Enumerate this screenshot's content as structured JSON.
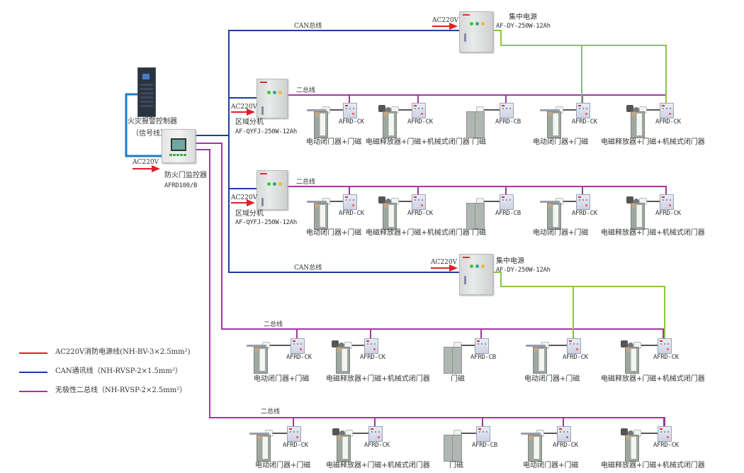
{
  "colors": {
    "power_line": "#e0202a",
    "can_line": "#1f3e9c",
    "bus_line": "#a0389e",
    "supply_line": "#8cc63f",
    "signal_line": "#1f7ac8",
    "device_link": "#222222"
  },
  "fire_alarm": {
    "title": "火灾报警控制器",
    "note": "（信号线）"
  },
  "monitor": {
    "title": "防火门监控器",
    "model": "AFRD100/B",
    "power": "AC220V"
  },
  "can_bus_label": "CAN总线",
  "two_bus_label": "二总线",
  "power_supplies": [
    {
      "title": "集中电源",
      "model": "AF-DY-250W-12Ah",
      "power": "AC220V"
    },
    {
      "title": "集中电源",
      "model": "AF-DY-250W-12Ah",
      "power": "AC220V"
    }
  ],
  "zone_units": [
    {
      "title": "区域分机",
      "model": "AF-QYFJ-250W-12Ah",
      "power": "AC220V"
    },
    {
      "title": "区域分机",
      "model": "AF-QYFJ-250W-12Ah",
      "power": "AC220V"
    }
  ],
  "rows": [
    {
      "devices": [
        {
          "module": "AFRD-CK",
          "caption": "电动闭门器+门磁",
          "type": "closer"
        },
        {
          "module": "AFRD-CK",
          "caption": "电磁释放器+门磁+机械式闭门器",
          "type": "magnet"
        },
        {
          "module": "AFRD-CB",
          "caption": "门磁",
          "type": "double"
        },
        {
          "module": "AFRD-CK",
          "caption": "电动闭门器+门磁",
          "type": "closer"
        },
        {
          "module": "AFRD-CK",
          "caption": "电磁释放器+门磁+机械式闭门器",
          "type": "magnet"
        }
      ]
    },
    {
      "devices": [
        {
          "module": "AFRD-CK",
          "caption": "电动闭门器+门磁",
          "type": "closer"
        },
        {
          "module": "AFRD-CK",
          "caption": "电磁释放器+门磁+机械式闭门器",
          "type": "magnet"
        },
        {
          "module": "AFRD-CB",
          "caption": "门磁",
          "type": "double"
        },
        {
          "module": "AFRD-CK",
          "caption": "电动闭门器+门磁",
          "type": "closer"
        },
        {
          "module": "AFRD-CK",
          "caption": "电磁释放器+门磁+机械式闭门器",
          "type": "magnet"
        }
      ]
    },
    {
      "devices": [
        {
          "module": "AFRD-CK",
          "caption": "电动闭门器+门磁",
          "type": "closer"
        },
        {
          "module": "AFRD-CK",
          "caption": "电磁释放器+门磁+机械式闭门器",
          "type": "magnet"
        },
        {
          "module": "AFRD-CB",
          "caption": "门磁",
          "type": "double"
        },
        {
          "module": "AFRD-CK",
          "caption": "电动闭门器+门磁",
          "type": "closer"
        },
        {
          "module": "AFRD-CK",
          "caption": "电磁释放器+门磁+机械式闭门器",
          "type": "magnet"
        }
      ]
    },
    {
      "devices": [
        {
          "module": "AFRD-CK",
          "caption": "电动闭门器+门磁",
          "type": "closer"
        },
        {
          "module": "AFRD-CK",
          "caption": "电磁释放器+门磁+机械式闭门器",
          "type": "magnet"
        },
        {
          "module": "AFRD-CB",
          "caption": "门磁",
          "type": "double"
        },
        {
          "module": "AFRD-CK",
          "caption": "电动闭门器+门磁",
          "type": "closer"
        },
        {
          "module": "AFRD-CK",
          "caption": "电磁释放器+门磁+机械式闭门器",
          "type": "magnet"
        }
      ]
    }
  ],
  "legend": [
    {
      "label": "AC220V消防电源线(NH-BV-3×2.5mm²)",
      "color": "#e0202a"
    },
    {
      "label": "CAN通讯线（NH-RVSP-2×1.5mm²）",
      "color": "#1f3e9c"
    },
    {
      "label": "无极性二总线（NH-RVSP-2×2.5mm²）",
      "color": "#a0389e"
    }
  ]
}
